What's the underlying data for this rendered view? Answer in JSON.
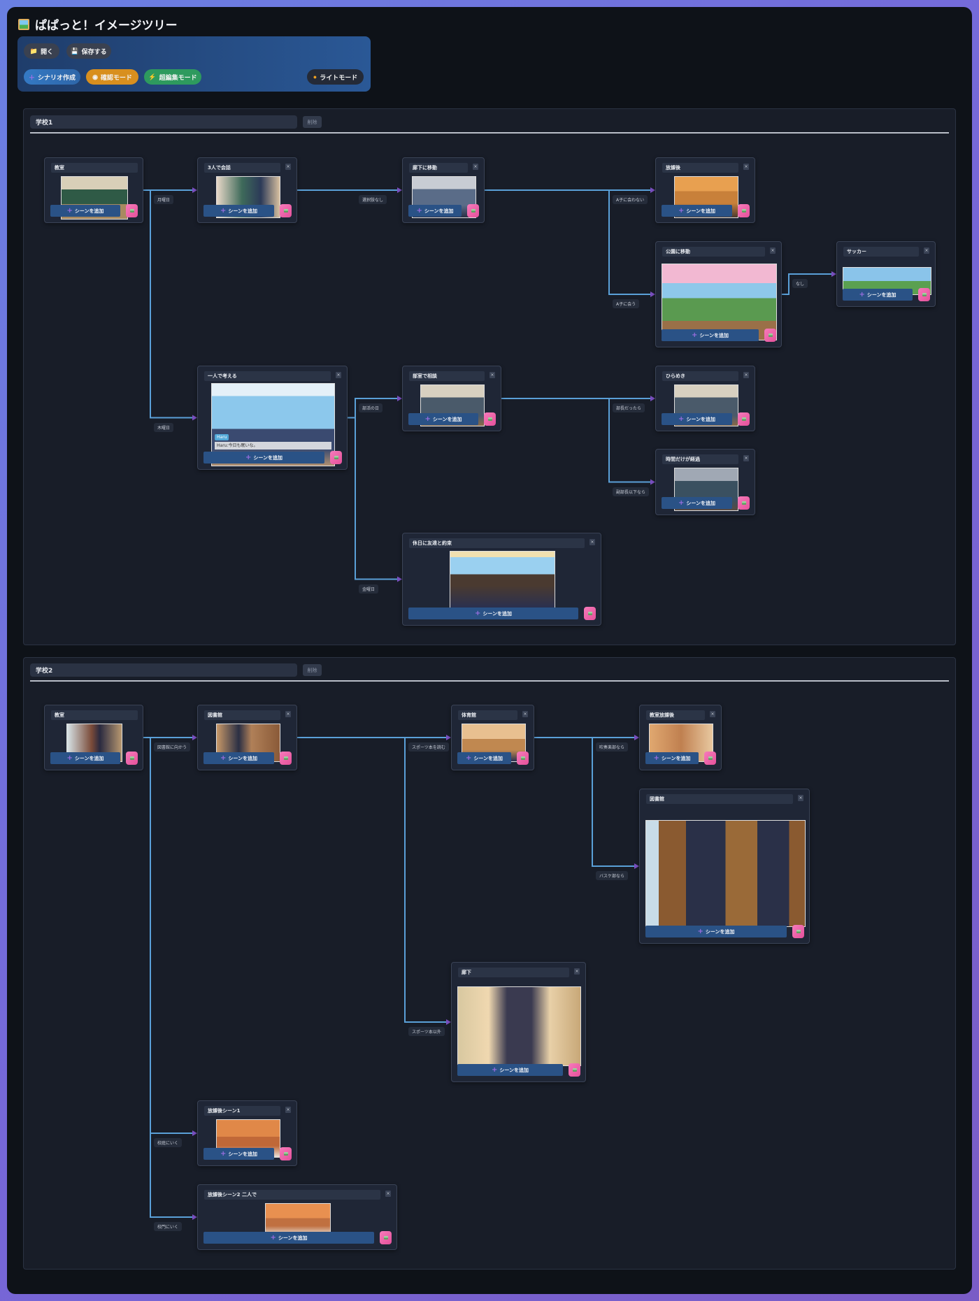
{
  "app": {
    "title": "ぱぱっと！イメージツリー",
    "icon": "framed-picture-icon"
  },
  "toolbar": {
    "open": "開く",
    "open_icon": "folder-icon",
    "save": "保存する",
    "save_icon": "floppy-disk-icon",
    "create_scenario": "シナリオ作成",
    "create_icon": "plus-icon",
    "preview_mode": "確認モード",
    "preview_icon": "eye-icon",
    "super_edit_mode": "超編集モード",
    "super_edit_icon": "lightning-icon",
    "light_mode": "ライトモード",
    "light_icon": "sun-icon"
  },
  "node_common": {
    "add_scene": "シーンを追加",
    "close": "×"
  },
  "colors": {
    "edge": "#5aa0d8",
    "arrow": "#7a4fc0",
    "add_button": "#2a5286",
    "pink_button": "#e4509a"
  },
  "sections": [
    {
      "name": "学校1",
      "delete_label": "削除",
      "nodes": [
        {
          "title": "教室"
        },
        {
          "title": "3人で会話"
        },
        {
          "title": "廊下に移動"
        },
        {
          "title": "放課後"
        },
        {
          "title": "公園に移動"
        },
        {
          "title": "サッカー"
        },
        {
          "title": "一人で考える",
          "speaker": "Haru",
          "dialogue": "Haru:今日も眠いな。"
        },
        {
          "title": "部室で相談"
        },
        {
          "title": "ひらめき"
        },
        {
          "title": "時間だけが経過"
        },
        {
          "title": "休日に友達と約束"
        }
      ],
      "edges": [
        {
          "from": 0,
          "to": 1,
          "label": "月曜日"
        },
        {
          "from": 0,
          "to": 6,
          "label": "木曜日"
        },
        {
          "from": 1,
          "to": 2,
          "label": "選択肢なし"
        },
        {
          "from": 2,
          "to": 3,
          "label": "A子に会わない"
        },
        {
          "from": 2,
          "to": 4,
          "label": "A子に会う"
        },
        {
          "from": 4,
          "to": 5,
          "label": "なし"
        },
        {
          "from": 6,
          "to": 7,
          "label": "部活の日"
        },
        {
          "from": 6,
          "to": 10,
          "label": "金曜日"
        },
        {
          "from": 7,
          "to": 8,
          "label": "部長だったら"
        },
        {
          "from": 7,
          "to": 9,
          "label": "副部長以下なら"
        }
      ]
    },
    {
      "name": "学校2",
      "delete_label": "削除",
      "nodes": [
        {
          "title": "教室"
        },
        {
          "title": "図書館"
        },
        {
          "title": "体育館"
        },
        {
          "title": "教室放課後"
        },
        {
          "title": "図書館"
        },
        {
          "title": "廊下"
        },
        {
          "title": "放課後シーン1"
        },
        {
          "title": "放課後シーン2 二人で"
        }
      ],
      "edges": [
        {
          "from": 0,
          "to": 1,
          "label": "図書館に向かう"
        },
        {
          "from": 0,
          "to": 6,
          "label": "校庭にいく"
        },
        {
          "from": 0,
          "to": 7,
          "label": "校門にいく"
        },
        {
          "from": 1,
          "to": 2,
          "label": "スポーツ本を読む"
        },
        {
          "from": 1,
          "to": 5,
          "label": "スポーツ本以外"
        },
        {
          "from": 2,
          "to": 3,
          "label": "吹奏楽部なら"
        },
        {
          "from": 2,
          "to": 4,
          "label": "バスケ部なら"
        }
      ]
    }
  ]
}
